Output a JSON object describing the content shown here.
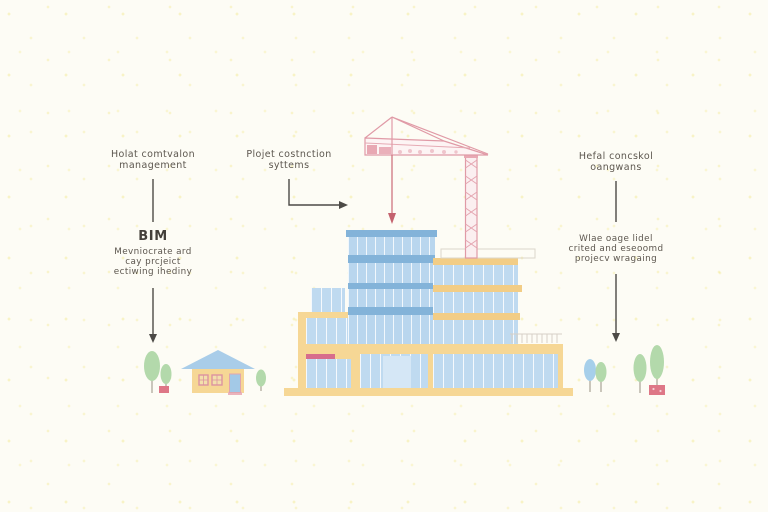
{
  "labels": {
    "left_top": {
      "line1": "Holat comtvalon",
      "line2": "management"
    },
    "left_bim": {
      "title": "BIM",
      "line1": "Mevniocrate ard",
      "line2": "cay prcjeict",
      "line3": "ectiwing ihediny"
    },
    "middle": {
      "line1": "Plojet costnction",
      "line2": "syttems"
    },
    "right_top": {
      "line1": "Hefal concskol",
      "line2": "oangwans"
    },
    "right_mid": {
      "line1": "Wlae oage lidel",
      "line2": "crited and eseoomd",
      "line3": "projecv wragaing"
    }
  },
  "colors": {
    "background": "#fdfcf5",
    "building_yellow": "#f6d795",
    "band_yellow": "#f2cd86",
    "window_blue": "#bfdaf0",
    "band_blue": "#83b3d9",
    "crane_pink": "#e09aa6",
    "crane_arrow_red": "#c4626e",
    "arrow_gray": "#4c4a46",
    "tree_green": "#b3d9ab",
    "tree_blue": "#a6cfea",
    "accent_pink": "#de7787",
    "pink_stripe": "#d76d8c",
    "roof_blue": "#a9cde9"
  }
}
